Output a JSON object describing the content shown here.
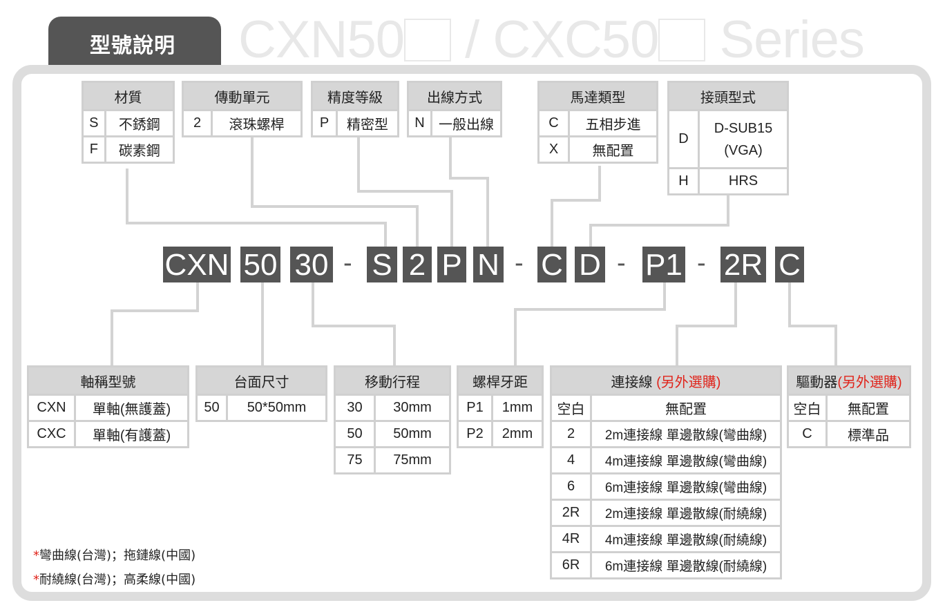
{
  "header": {
    "tab_title": "型號說明",
    "bg_prefix": "CXN50",
    "bg_mid": " / CXC50",
    "bg_suffix": " Series"
  },
  "code": {
    "segments": [
      "CXN",
      "50",
      "30",
      "S",
      "2",
      "P",
      "N",
      "C",
      "D",
      "P1",
      "2R",
      "C"
    ],
    "dash": "-"
  },
  "top_tables": {
    "material": {
      "title": "材質",
      "rows": [
        [
          "S",
          "不銹鋼"
        ],
        [
          "F",
          "碳素鋼"
        ]
      ]
    },
    "drive": {
      "title": "傳動單元",
      "rows": [
        [
          "2",
          "滾珠螺桿"
        ]
      ]
    },
    "precision": {
      "title": "精度等級",
      "rows": [
        [
          "P",
          "精密型"
        ]
      ]
    },
    "wiring": {
      "title": "出線方式",
      "rows": [
        [
          "N",
          "一般出線"
        ]
      ]
    },
    "motor": {
      "title": "馬達類型",
      "rows": [
        [
          "C",
          "五相步進"
        ],
        [
          "X",
          "無配置"
        ]
      ]
    },
    "connector": {
      "title": "接頭型式",
      "rows": [
        [
          "D",
          "D-SUB15\n(VGA)"
        ],
        [
          "H",
          "HRS"
        ]
      ]
    }
  },
  "bottom_tables": {
    "axis": {
      "title": "軸稱型號",
      "rows": [
        [
          "CXN",
          "單軸(無護蓋)"
        ],
        [
          "CXC",
          "單軸(有護蓋)"
        ]
      ]
    },
    "size": {
      "title": "台面尺寸",
      "rows": [
        [
          "50",
          "50*50mm"
        ]
      ]
    },
    "stroke": {
      "title": "移動行程",
      "rows": [
        [
          "30",
          "30mm"
        ],
        [
          "50",
          "50mm"
        ],
        [
          "75",
          "75mm"
        ]
      ]
    },
    "pitch": {
      "title": "螺桿牙距",
      "rows": [
        [
          "P1",
          "1mm"
        ],
        [
          "P2",
          "2mm"
        ]
      ]
    },
    "cable": {
      "title": "連接線",
      "title_note": "(另外選購)",
      "rows": [
        [
          "空白",
          "無配置"
        ],
        [
          "2",
          "2m連接線 單邊散線(彎曲線)"
        ],
        [
          "4",
          "4m連接線 單邊散線(彎曲線)"
        ],
        [
          "6",
          "6m連接線 單邊散線(彎曲線)"
        ],
        [
          "2R",
          "2m連接線 單邊散線(耐繞線)"
        ],
        [
          "4R",
          "4m連接線 單邊散線(耐繞線)"
        ],
        [
          "6R",
          "6m連接線 單邊散線(耐繞線)"
        ]
      ]
    },
    "driver": {
      "title": "驅動器",
      "title_note": "(另外選購)",
      "rows": [
        [
          "空白",
          "無配置"
        ],
        [
          "C",
          "標準品"
        ]
      ]
    }
  },
  "notes": [
    {
      "mark": "*",
      "text": "彎曲線(台灣)；拖鏈線(中國)"
    },
    {
      "mark": "*",
      "text": "耐繞線(台灣)；高柔線(中國)"
    }
  ],
  "colors": {
    "dark": "#555555",
    "header_bg": "#d6d6d6",
    "border": "#d0d0d0",
    "frame": "#dddddd",
    "accent_red": "#e0241b"
  }
}
